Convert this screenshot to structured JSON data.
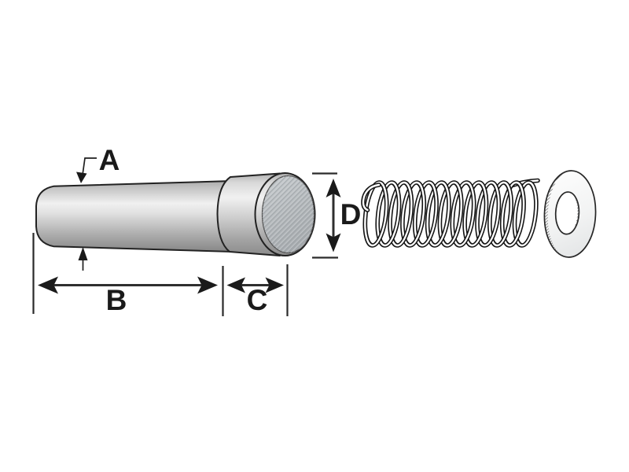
{
  "diagram": {
    "labels": {
      "shaft_diameter": "A",
      "shaft_length": "B",
      "head_length": "C",
      "head_diameter": "D"
    }
  },
  "colors": {
    "background": "#ffffff",
    "ink": "#1a1a1a",
    "metal_highlight": "#f0f0f0",
    "metal_shadow": "#858585",
    "head_face_gray": "#b5b9bc"
  }
}
